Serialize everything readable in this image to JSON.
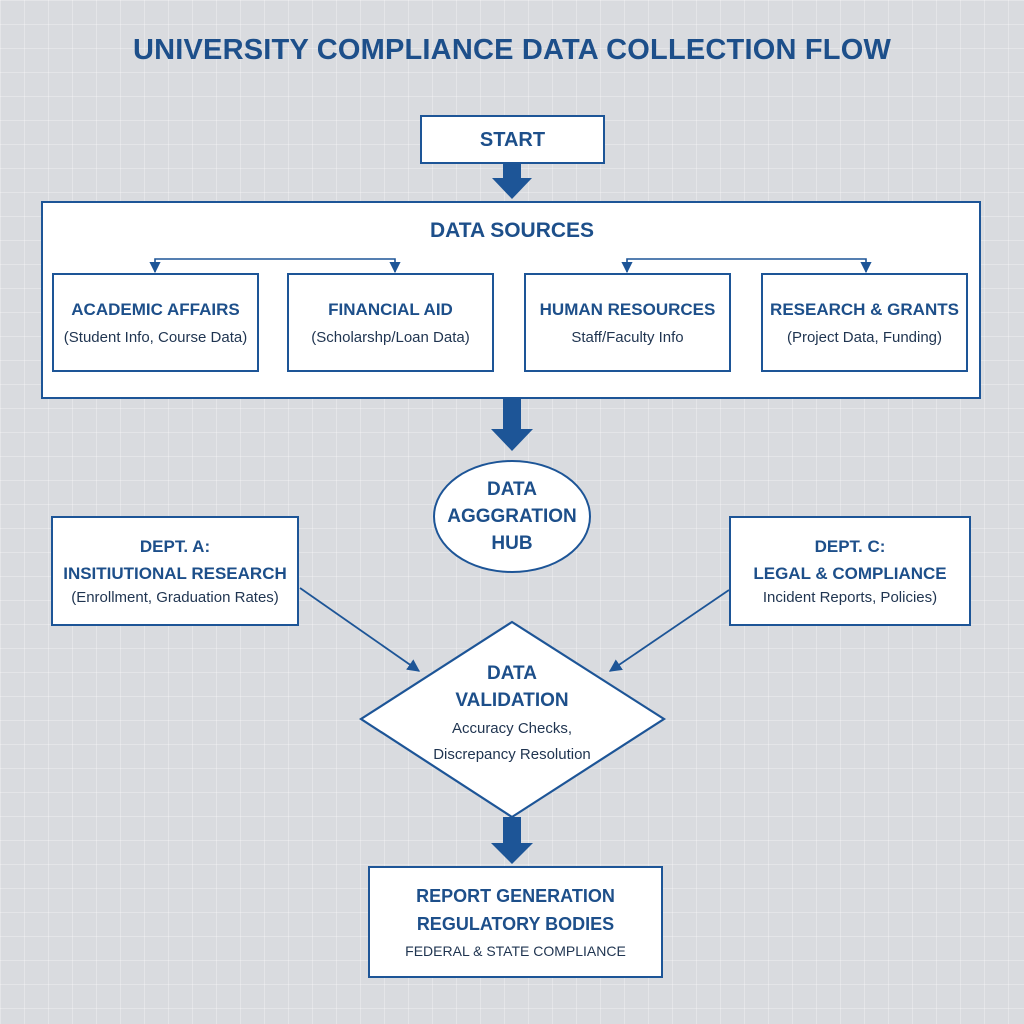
{
  "title": "UNIVERSITY COMPLIANCE DATA COLLECTION FLOW",
  "start": "START",
  "data_sources": {
    "title": "DATA SOURCES",
    "items": [
      {
        "name": "ACADEMIC AFFAIRS",
        "detail": "(Student Info, Course Data)"
      },
      {
        "name": "FINANCIAL AID",
        "detail": "(Scholarshp/Loan Data)"
      },
      {
        "name": "HUMAN RESOURCES",
        "detail": "Staff/Faculty Info"
      },
      {
        "name": "RESEARCH & GRANTS",
        "detail": "(Project Data, Funding)"
      }
    ]
  },
  "hub": {
    "line1": "DATA",
    "line2": "AGGGRATION",
    "line3": "HUB"
  },
  "dept_a": {
    "line1": "DEPT. A:",
    "line2": "INSITIUTIONAL RESEARCH",
    "detail": "(Enrollment, Graduation Rates)"
  },
  "dept_c": {
    "line1": "DEPT. C:",
    "line2": "LEGAL & COMPLIANCE",
    "detail": "Incident Reports, Policies)"
  },
  "validation": {
    "line1": "DATA",
    "line2": "VALIDATION",
    "detail1": "Accuracy Checks,",
    "detail2": "Discrepancy Resolution"
  },
  "report": {
    "line1": "REPORT GENERATION",
    "line2": "REGULATORY BODIES",
    "detail": "FEDERAL & STATE COMPLIANCE"
  },
  "colors": {
    "primary": "#1d5597",
    "text": "#1d4f8a",
    "background": "#d9dbdf",
    "box": "#ffffff"
  }
}
